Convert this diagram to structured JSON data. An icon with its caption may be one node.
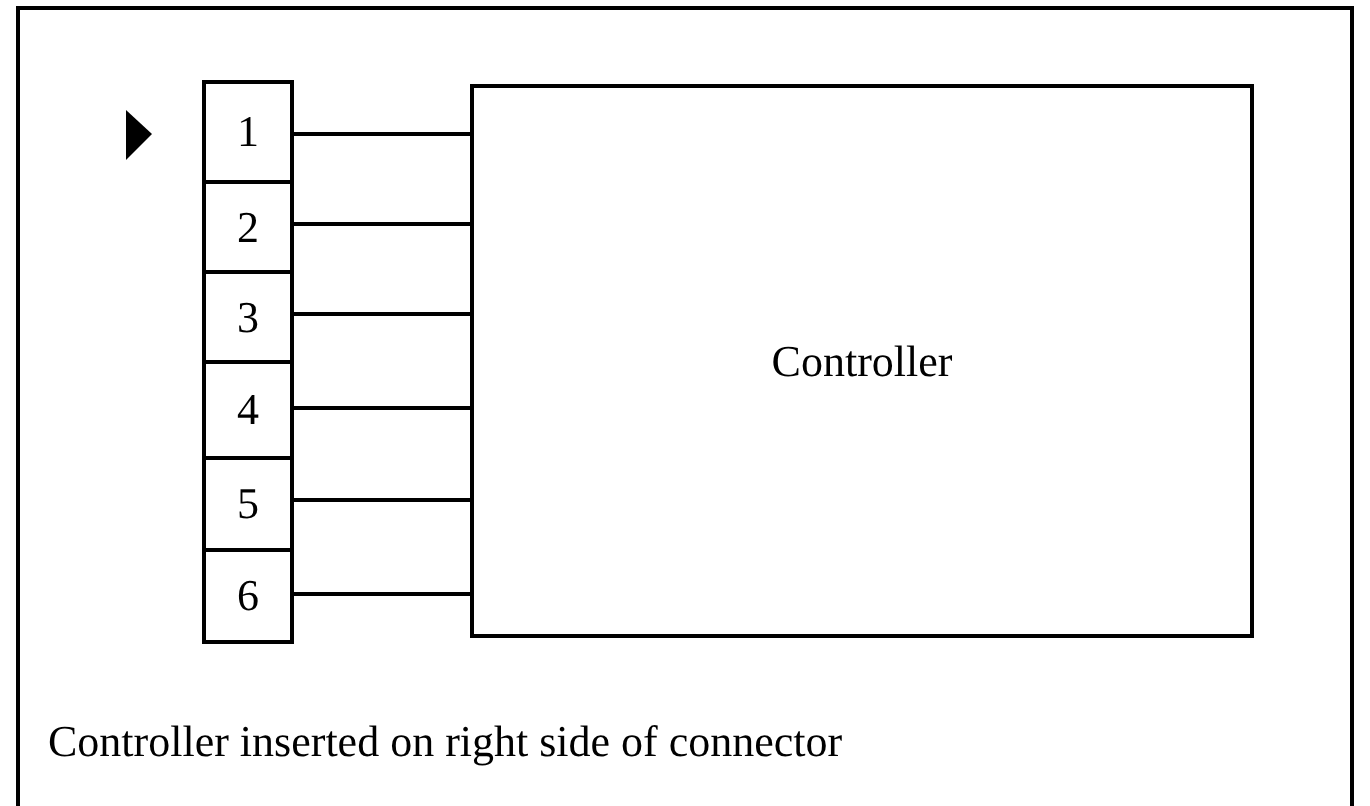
{
  "diagram": {
    "caption": "Controller inserted on right side of connector",
    "nodes": [
      {
        "text": [
          "1"
        ]
      },
      {
        "text": [
          "2"
        ]
      },
      {
        "text": [
          "3"
        ]
      },
      {
        "text": [
          "4"
        ]
      },
      {
        "text": [
          "5"
        ]
      },
      {
        "text": [
          "6"
        ]
      },
      {
        "text": [
          "Controller"
        ]
      }
    ],
    "edges": [
      {
        "from": 0,
        "to": 6,
        "arrow": "none"
      },
      {
        "from": 1,
        "to": 6,
        "arrow": "none"
      },
      {
        "from": 2,
        "to": 6,
        "arrow": "none"
      },
      {
        "from": 3,
        "to": 6,
        "arrow": "none"
      },
      {
        "from": 4,
        "to": 6,
        "arrow": "none"
      },
      {
        "from": 5,
        "to": 6,
        "arrow": "none"
      }
    ]
  }
}
